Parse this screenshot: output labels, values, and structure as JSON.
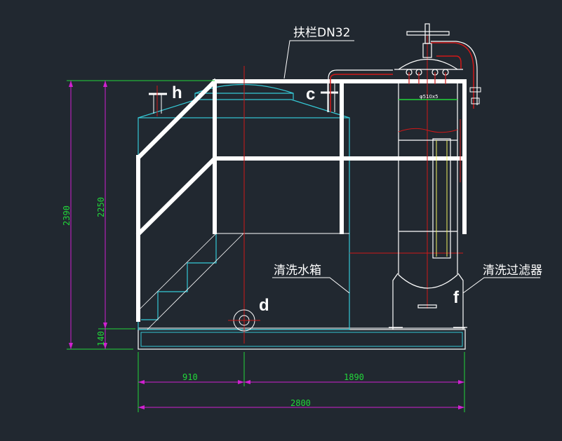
{
  "drawing": {
    "type": "CAD elevation drawing",
    "colors": {
      "background": "#212830",
      "outline": "#ffffff",
      "tank": "#35c9d6",
      "centerline": "#d01818",
      "dim_line": "#d020d0",
      "dim_text": "#22d63a",
      "element": "#f0f060"
    }
  },
  "labels": {
    "handrail": "扶栏DN32",
    "tank": "清洗水箱",
    "filter": "清洗过滤器",
    "filter_diameter": "φ510x5"
  },
  "ports": {
    "h": "h",
    "c": "c",
    "d": "d",
    "f": "f"
  },
  "dimensions": {
    "height_total": "2390",
    "height_rail": "2250",
    "base_height": "140",
    "width_left": "910",
    "width_right": "1890",
    "width_total": "2800"
  }
}
